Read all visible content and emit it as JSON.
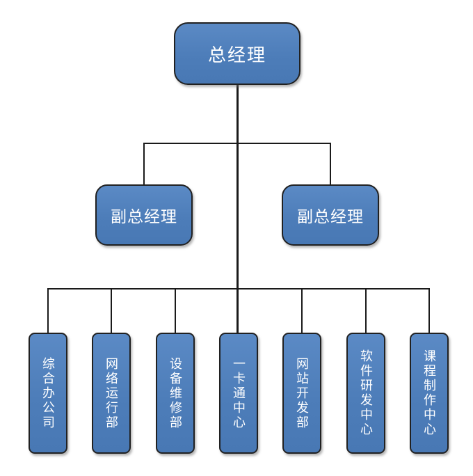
{
  "org_chart": {
    "type": "org-hierarchy-diagram",
    "root": {
      "label": "总经理"
    },
    "level2": [
      {
        "label": "副总经理"
      },
      {
        "label": "副总经理"
      }
    ],
    "departments": [
      {
        "label": "综合办公司"
      },
      {
        "label": "网络运行部"
      },
      {
        "label": "设备维修部"
      },
      {
        "label": "一卡通中心"
      },
      {
        "label": "网站开发部"
      },
      {
        "label": "软件研发中心"
      },
      {
        "label": "课程制作中心"
      }
    ],
    "colors": {
      "node_fill": "#4f81bd",
      "node_border": "#212121",
      "node_text": "#ffffff",
      "connector": "#1a1a1a",
      "background": "#ffffff"
    }
  }
}
